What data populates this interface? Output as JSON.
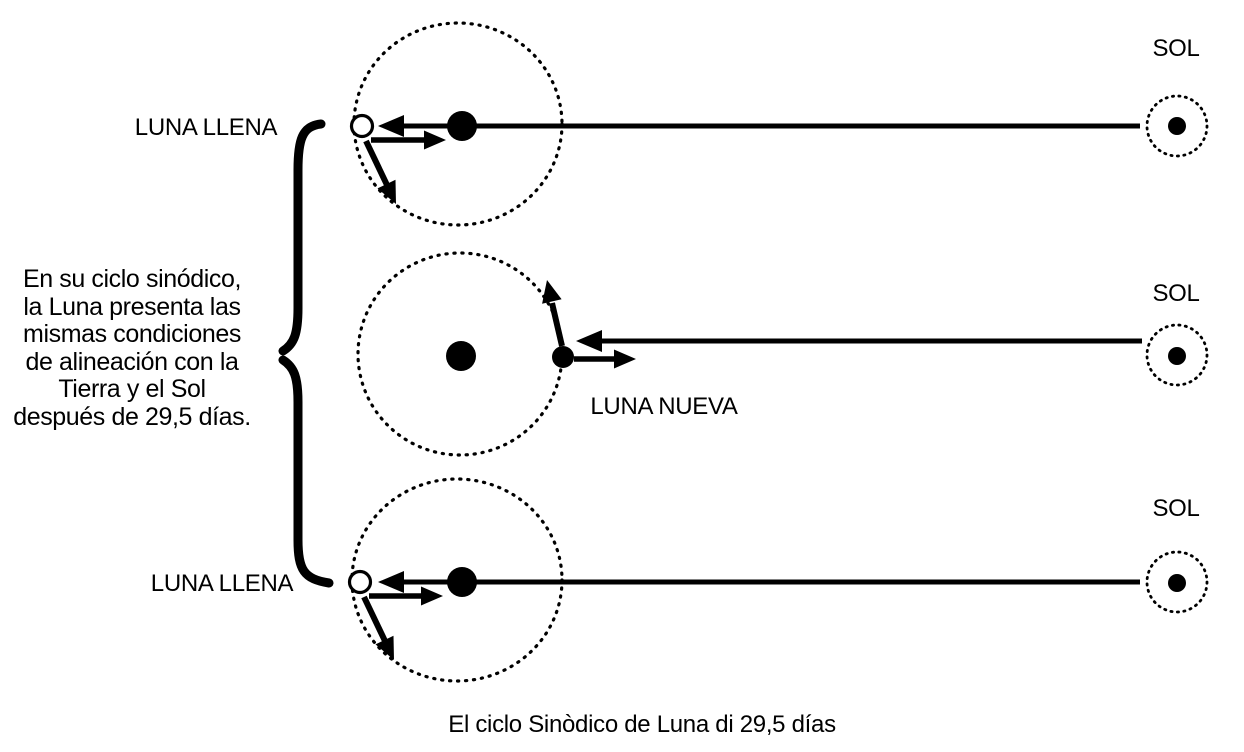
{
  "colors": {
    "ink": "#000000",
    "background": "#ffffff"
  },
  "annotation": {
    "lines": [
      "En su ciclo sinódico,",
      "la Luna presenta las",
      "mismas condiciones",
      "de alineación con la",
      "Tierra y el Sol",
      "después de 29,5 días."
    ]
  },
  "labels": {
    "full_moon_top": "LUNA LLENA",
    "new_moon": "LUNA NUEVA",
    "full_moon_bottom": "LUNA LLENA",
    "sun_top": "SOL",
    "sun_middle": "SOL",
    "sun_bottom": "SOL"
  },
  "caption": "El ciclo Sinòdico de Luna di 29,5 días"
}
